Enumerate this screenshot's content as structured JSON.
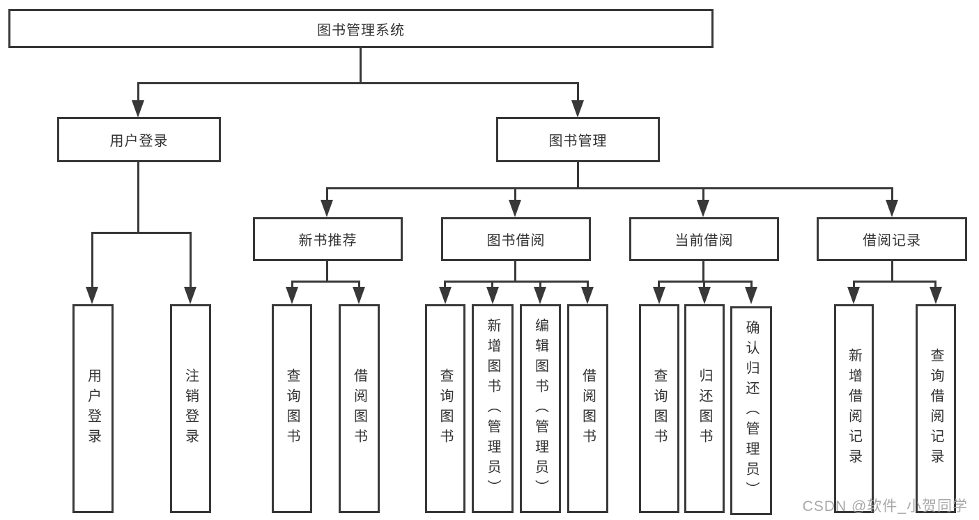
{
  "diagram": {
    "title": "图书管理系统",
    "nodes": {
      "root": {
        "label": "图书管理系统"
      },
      "user_login": {
        "label": "用户登录"
      },
      "book_management": {
        "label": "图书管理"
      },
      "new_book_recommend": {
        "label": "新书推荐"
      },
      "book_borrow": {
        "label": "图书借阅"
      },
      "current_borrow": {
        "label": "当前借阅"
      },
      "borrow_records": {
        "label": "借阅记录"
      },
      "leaf_user_login": {
        "label": "用户登录"
      },
      "leaf_logout": {
        "label": "注销登录"
      },
      "leaf_rec_query_books": {
        "label": "查询图书"
      },
      "leaf_rec_borrow_books": {
        "label": "借阅图书"
      },
      "leaf_bb_query_books": {
        "label": "查询图书"
      },
      "leaf_bb_add_books": {
        "label": "新增图书（管理员）"
      },
      "leaf_bb_edit_books": {
        "label": "编辑图书（管理员）"
      },
      "leaf_bb_borrow_books": {
        "label": "借阅图书"
      },
      "leaf_cb_query_books": {
        "label": "查询图书"
      },
      "leaf_cb_return_books": {
        "label": "归还图书"
      },
      "leaf_cb_confirm_return": {
        "label": "确认归还（管理员）"
      },
      "leaf_br_add_record": {
        "label": "新增借阅记录"
      },
      "leaf_br_query_record": {
        "label": "查询借阅记录"
      }
    },
    "edges": [
      [
        "root",
        "user_login"
      ],
      [
        "root",
        "book_management"
      ],
      [
        "user_login",
        "leaf_user_login"
      ],
      [
        "user_login",
        "leaf_logout"
      ],
      [
        "book_management",
        "new_book_recommend"
      ],
      [
        "book_management",
        "book_borrow"
      ],
      [
        "book_management",
        "current_borrow"
      ],
      [
        "book_management",
        "borrow_records"
      ],
      [
        "new_book_recommend",
        "leaf_rec_query_books"
      ],
      [
        "new_book_recommend",
        "leaf_rec_borrow_books"
      ],
      [
        "book_borrow",
        "leaf_bb_query_books"
      ],
      [
        "book_borrow",
        "leaf_bb_add_books"
      ],
      [
        "book_borrow",
        "leaf_bb_edit_books"
      ],
      [
        "book_borrow",
        "leaf_bb_borrow_books"
      ],
      [
        "current_borrow",
        "leaf_cb_query_books"
      ],
      [
        "current_borrow",
        "leaf_cb_return_books"
      ],
      [
        "current_borrow",
        "leaf_cb_confirm_return"
      ],
      [
        "borrow_records",
        "leaf_br_add_record"
      ],
      [
        "borrow_records",
        "leaf_br_query_record"
      ]
    ]
  },
  "watermark": {
    "text": "CSDN @软件_小贺同学"
  },
  "colors": {
    "line": "#383838",
    "text": "#333333",
    "background": "#ffffff",
    "watermark": "#a2a2a2"
  }
}
